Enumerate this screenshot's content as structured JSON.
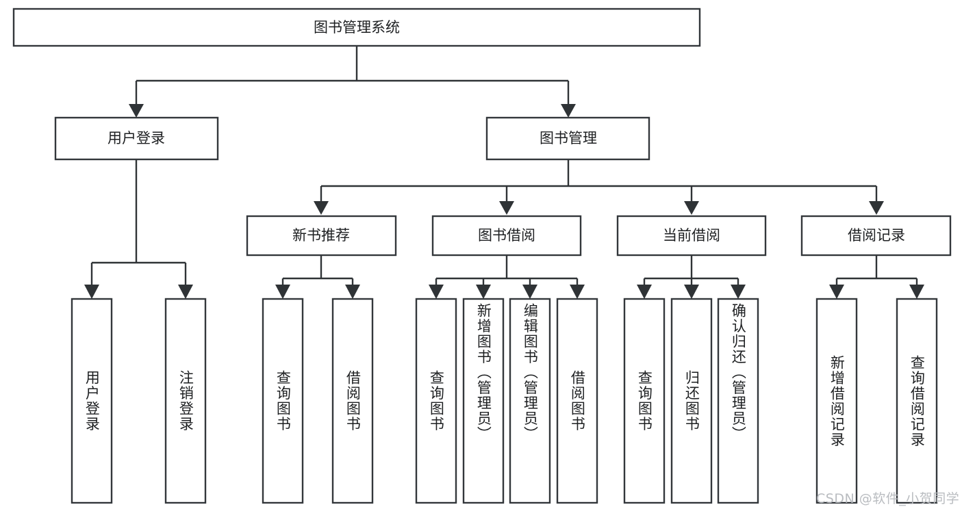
{
  "diagram": {
    "type": "tree-hierarchy",
    "title": "图书管理系统",
    "watermark": "CSDN @软件_小贺同学",
    "colors": {
      "box_stroke": "#33373b",
      "box_fill": "#ffffff",
      "connector": "#2f3336",
      "text": "#1d1f21",
      "watermark": "#b9bcc0",
      "background": "#ffffff"
    },
    "levels": {
      "root": {
        "label": "图书管理系统"
      },
      "level2": [
        {
          "id": "user-login",
          "label": "用户登录"
        },
        {
          "id": "book-manage",
          "label": "图书管理"
        }
      ],
      "level3": [
        {
          "id": "new-book-rec",
          "label": "新书推荐"
        },
        {
          "id": "book-borrow",
          "label": "图书借阅"
        },
        {
          "id": "current-borrow",
          "label": "当前借阅"
        },
        {
          "id": "borrow-record",
          "label": "借阅记录"
        }
      ],
      "leaves": {
        "user-login": [
          {
            "id": "leaf-user-login",
            "label": "用户登录"
          },
          {
            "id": "leaf-user-logout",
            "label": "注销登录"
          }
        ],
        "new-book-rec": [
          {
            "id": "leaf-query-book-1",
            "label": "查询图书"
          },
          {
            "id": "leaf-borrow-book-1",
            "label": "借阅图书"
          }
        ],
        "book-borrow": [
          {
            "id": "leaf-query-book-2",
            "label": "查询图书"
          },
          {
            "id": "leaf-add-book",
            "label": "新增图书（管理员）"
          },
          {
            "id": "leaf-edit-book",
            "label": "编辑图书（管理员）"
          },
          {
            "id": "leaf-borrow-book-2",
            "label": "借阅图书"
          }
        ],
        "current-borrow": [
          {
            "id": "leaf-query-book-3",
            "label": "查询图书"
          },
          {
            "id": "leaf-return-book",
            "label": "归还图书"
          },
          {
            "id": "leaf-confirm-return",
            "label": "确认归还（管理员）"
          }
        ],
        "borrow-record": [
          {
            "id": "leaf-add-record",
            "label": "新增借阅记录"
          },
          {
            "id": "leaf-query-record",
            "label": "查询借阅记录"
          }
        ]
      }
    }
  }
}
